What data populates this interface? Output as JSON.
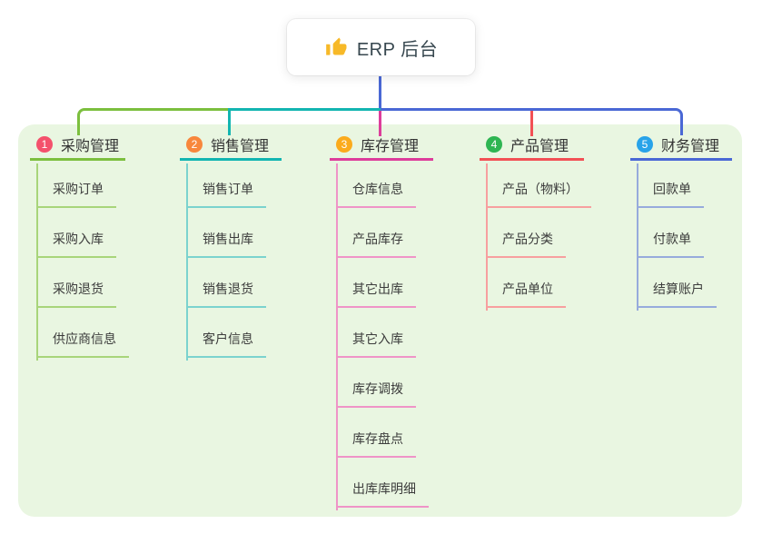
{
  "root": {
    "label": "ERP 后台",
    "icon": "thumbs-up-icon",
    "icon_color": "#f7b928"
  },
  "panel_bg": "#e9f6e1",
  "branches": [
    {
      "num": "1",
      "title": "采购管理",
      "badge_color": "#f4516c",
      "line_color": "#7cbf3e",
      "light_line_color": "#a8d57a",
      "children": [
        "采购订单",
        "采购入库",
        "采购退货",
        "供应商信息"
      ]
    },
    {
      "num": "2",
      "title": "销售管理",
      "badge_color": "#f8873c",
      "line_color": "#13b5b1",
      "light_line_color": "#7bd3ce",
      "children": [
        "销售订单",
        "销售出库",
        "销售退货",
        "客户信息"
      ]
    },
    {
      "num": "3",
      "title": "库存管理",
      "badge_color": "#fbab1c",
      "line_color": "#dd3d9b",
      "light_line_color": "#ef94c7",
      "children": [
        "仓库信息",
        "产品库存",
        "其它出库",
        "其它入库",
        "库存调拨",
        "库存盘点",
        "出库库明细"
      ]
    },
    {
      "num": "4",
      "title": "产品管理",
      "badge_color": "#2eb552",
      "line_color": "#f25055",
      "light_line_color": "#f79f9f",
      "children": [
        "产品（物料）",
        "产品分类",
        "产品单位"
      ]
    },
    {
      "num": "5",
      "title": "财务管理",
      "badge_color": "#28a3e9",
      "line_color": "#4a68d5",
      "light_line_color": "#97abdc",
      "children": [
        "回款单",
        "付款单",
        "结算账户"
      ]
    }
  ]
}
